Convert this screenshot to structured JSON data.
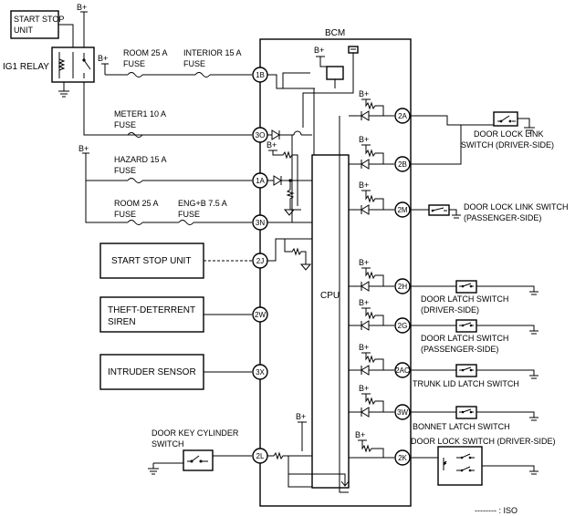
{
  "diagram": {
    "top_labels": {
      "start_stop_unit_small": [
        "START STOP",
        "UNIT"
      ],
      "ig1_relay": "IG1 RELAY",
      "bcm": "BCM",
      "cpu": "CPU",
      "b_plus": "B+"
    },
    "fuses": {
      "room25_top": [
        "ROOM 25 A",
        "FUSE"
      ],
      "interior15": [
        "INTERIOR 15 A",
        "FUSE"
      ],
      "meter1": [
        "METER1 10 A",
        "FUSE"
      ],
      "hazard15": [
        "HAZARD 15 A",
        "FUSE"
      ],
      "room25_bottom": [
        "ROOM 25 A",
        "FUSE"
      ],
      "engb": [
        "ENG+B 7.5 A",
        "FUSE"
      ]
    },
    "left_units": {
      "start_stop_unit": "START STOP UNIT",
      "theft_deterrent_siren": [
        "THEFT-DETERRENT",
        "SIREN"
      ],
      "intruder_sensor": "INTRUDER SENSOR",
      "door_key_cylinder": [
        "DOOR KEY CYLINDER",
        "SWITCH"
      ]
    },
    "pins": {
      "p1B": "1B",
      "p3O": "3O",
      "p1A": "1A",
      "p3N": "3N",
      "p2J": "2J",
      "p2W": "2W",
      "p3X": "3X",
      "p2L": "2L",
      "p2A": "2A",
      "p2B": "2B",
      "p2M": "2M",
      "p2H": "2H",
      "p2G": "2G",
      "p2AC": "2AC",
      "p3W": "3W",
      "p2K": "2K"
    },
    "right_switches": {
      "door_lock_link_driver": [
        "DOOR LOCK LINK",
        "SWITCH (DRIVER-SIDE)"
      ],
      "door_lock_link_passenger": [
        "DOOR LOCK LINK SWITCH",
        "(PASSENGER-SIDE)"
      ],
      "door_latch_driver": [
        "DOOR LATCH SWITCH",
        "(DRIVER-SIDE)"
      ],
      "door_latch_passenger": [
        "DOOR LATCH SWITCH",
        "(PASSENGER-SIDE)"
      ],
      "trunk_lid_latch": "TRUNK LID LATCH SWITCH",
      "bonnet_latch": "BONNET LATCH SWITCH",
      "door_lock_driver": "DOOR LOCK SWITCH (DRIVER-SIDE)"
    },
    "legend": {
      "iso": "-------- : ISO"
    }
  }
}
